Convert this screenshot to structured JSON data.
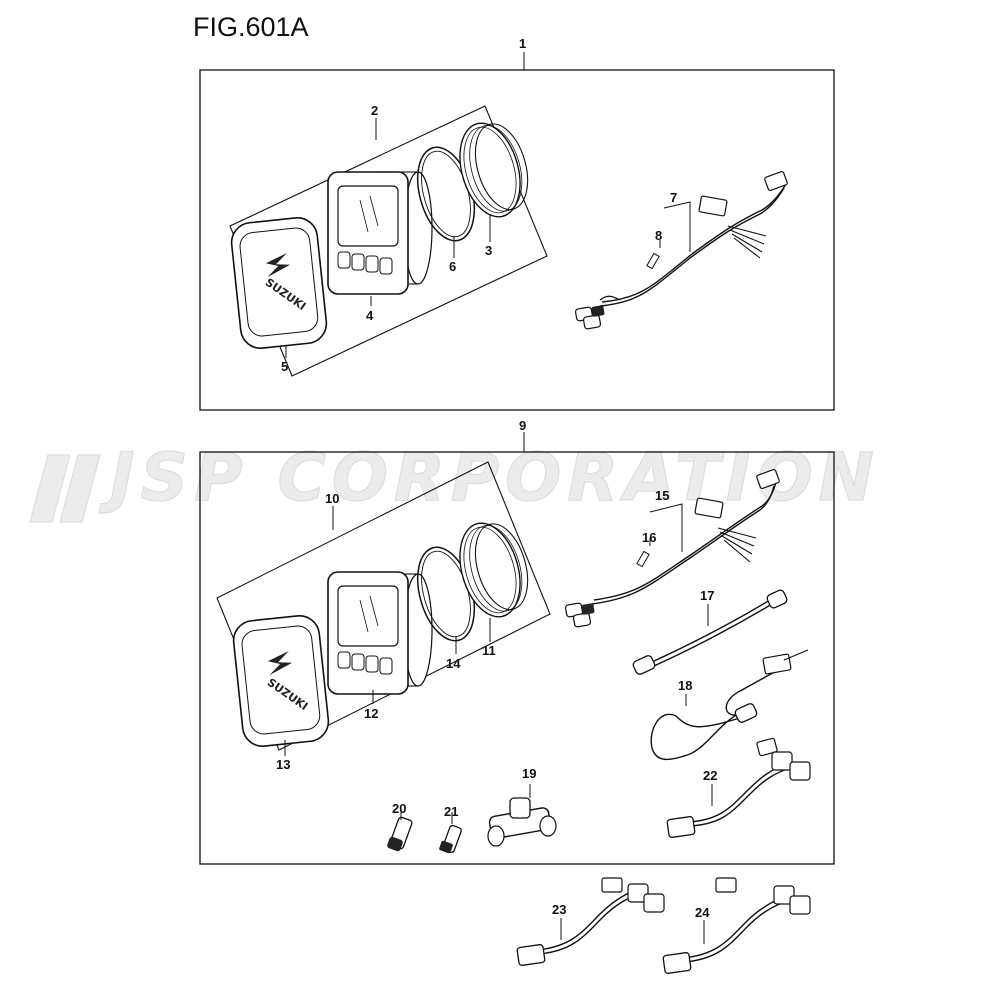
{
  "figure_title": "FIG.601A",
  "watermark": "JSP CORPORATION",
  "brand_logo_text": "SUZUKI",
  "callouts": [
    "1",
    "2",
    "3",
    "4",
    "5",
    "6",
    "7",
    "8",
    "9",
    "10",
    "11",
    "12",
    "13",
    "14",
    "15",
    "16",
    "17",
    "18",
    "19",
    "20",
    "21",
    "22",
    "23",
    "24"
  ]
}
